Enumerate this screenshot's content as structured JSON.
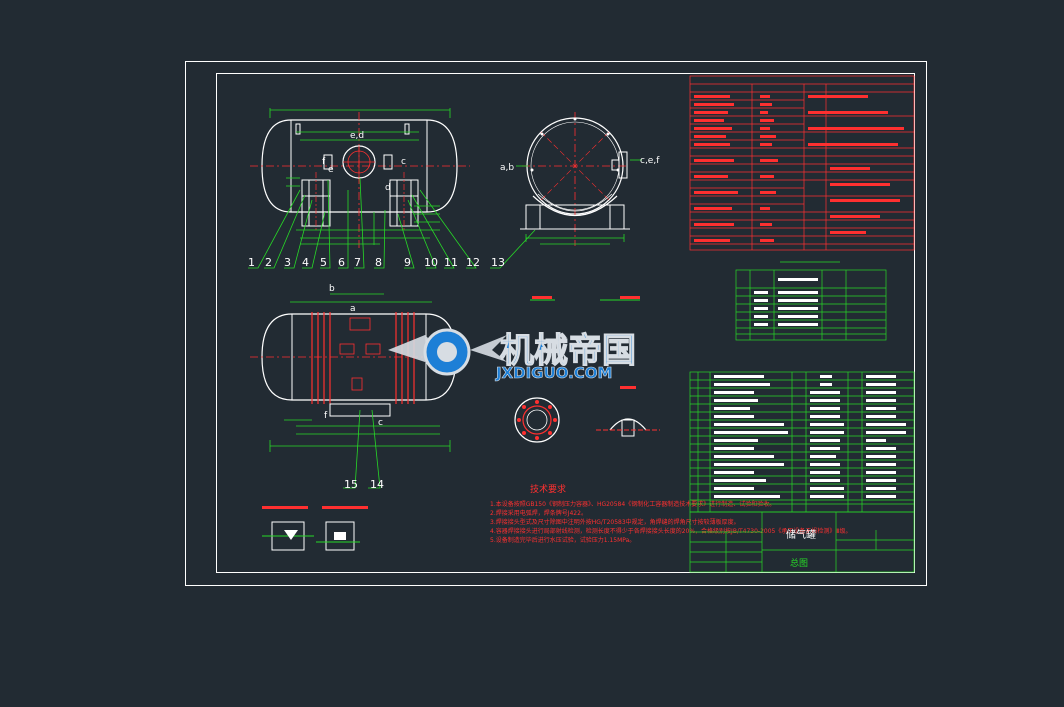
{
  "colors": {
    "background": "#222b33",
    "frame": "#ffffff",
    "geometry": "#ffffff",
    "dimension": "#27d827",
    "centerline": "#ff3030",
    "table_line": "#ff3030",
    "table_text": "#ff3030",
    "watermark_blue": "#1d7fd6",
    "watermark_silver": "#d7dde3"
  },
  "callouts_top": [
    "1",
    "2",
    "3",
    "4",
    "5",
    "6",
    "7",
    "8",
    "9",
    "10",
    "11",
    "12",
    "13"
  ],
  "callouts_bottom": [
    "15",
    "14"
  ],
  "nozzle_letters": {
    "side_b": "a,b",
    "side_cef": "c,e,f",
    "a": "a",
    "b": "b",
    "c": "c",
    "d": "d",
    "e": "e",
    "f": "f",
    "ed": "e,d"
  },
  "watermark": {
    "title": "机械帝国",
    "subtitle": "JXDIGUO.COM"
  },
  "notes": {
    "title": "技术要求",
    "lines": [
      "1.本设备按照GB150《钢制压力容器》、HG20584《钢制化工容器制造技术要求》进行制造、试验和验收。",
      "2.焊接采用电弧焊，焊条牌号J422。",
      "3.焊接接头型式及尺寸除图中注明外按HG/T20583中规定，角焊缝的焊角尺寸按较薄板厚度。",
      "4.容器焊接接头进行局部射线检测，检测长度不得少于各焊接接头长度的20%，合格级别按JB/T4730-2005《承压设备无损检测》Ⅲ级。",
      "5.设备制造完毕后进行水压试验，试验压力1.15MPa。"
    ]
  },
  "title_block": {
    "name": "储气罐",
    "subtitle": "总图"
  }
}
